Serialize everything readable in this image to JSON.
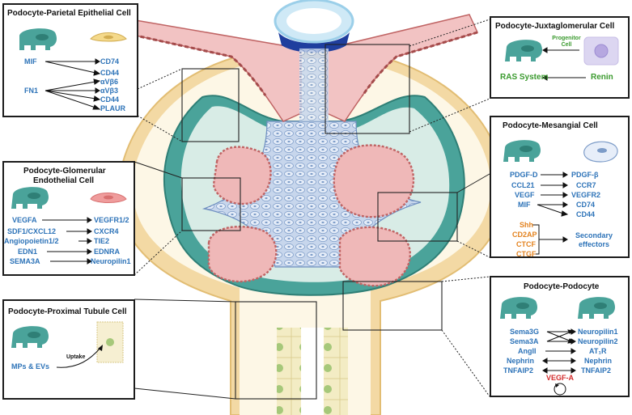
{
  "panels": {
    "parietal": {
      "title": "Podocyte-Parietal Epithelial Cell",
      "left": [
        "MIF",
        "FN1"
      ],
      "right": [
        "CD74",
        "CD44",
        "αVβ6",
        "αVβ3",
        "CD44",
        "PLAUR"
      ]
    },
    "juxta": {
      "title": "Podocyte-Juxtaglomerular Cell",
      "progenitor": "Progenitor Cell",
      "ras": "RAS System",
      "renin": "Renin"
    },
    "endo": {
      "title_line1": "Podocyte-Glomerular",
      "title_line2": "Endothelial Cell",
      "left": [
        "VEGFA",
        "SDF1/CXCL12",
        "Angiopoietin1/2",
        "EDN1",
        "SEMA3A"
      ],
      "right": [
        "VEGFR1/2",
        "CXCR4",
        "TIE2",
        "EDNRA",
        "Neuropilin1"
      ]
    },
    "mesangial": {
      "title": "Podocyte-Mesangial Cell",
      "left": [
        "PDGF-D",
        "CCL21",
        "VEGF",
        "MIF"
      ],
      "right": [
        "PDGF-β",
        "CCR7",
        "VEGFR2",
        "CD74",
        "CD44"
      ],
      "orange": [
        "Shh",
        "CD2AP",
        "CTCF",
        "CTGF"
      ],
      "effectors": "Secondary effectors"
    },
    "proximal": {
      "title": "Podocyte-Proximal Tubule Cell",
      "mps": "MPs & EVs",
      "uptake": "Uptake"
    },
    "podo": {
      "title": "Podocyte-Podocyte",
      "left": [
        "Sema3G",
        "Sema3A",
        "AngII",
        "Nephrin",
        "TNFAIP2"
      ],
      "right": [
        "Neuropilin1",
        "Neuropilin2",
        "AT₁R",
        "Nephrin",
        "TNFAIP2"
      ],
      "vegf": "VEGF-A"
    }
  },
  "colors": {
    "podocyte": "#4aa39a",
    "blue_text": "#2d73b8",
    "green_text": "#3a9a2e",
    "orange_text": "#e3821e",
    "red_text": "#d32b2b",
    "capillary": "#efb8b8",
    "bowman_space": "#fdf6e3",
    "capsule": "#f3d9a4"
  },
  "icons": [
    "podocyte-cell-icon",
    "parietal-cell-icon",
    "endothelial-cell-icon",
    "mesangial-cell-icon",
    "juxtaglomerular-cell-icon",
    "tubule-cell-icon",
    "arrow-icon"
  ]
}
